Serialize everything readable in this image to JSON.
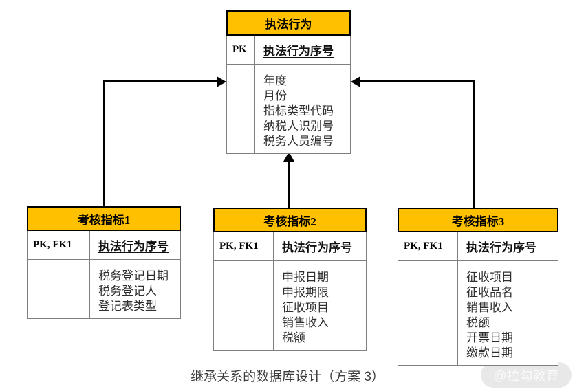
{
  "diagram": {
    "caption": "继承关系的数据库设计（方案 3）",
    "watermark": "@拉勾教育",
    "colors": {
      "header_bg": "#FFC000",
      "connector": "#000000",
      "table_border": "#7f7f7f"
    },
    "entities": {
      "parent": {
        "title": "执法行为",
        "key_label": "PK",
        "key_name": "执法行为序号",
        "attributes": [
          "年度",
          "月份",
          "指标类型代码",
          "纳税人识别号",
          "税务人员编号"
        ]
      },
      "child1": {
        "title": "考核指标1",
        "key_label": "PK, FK1",
        "key_name": "执法行为序号",
        "attributes": [
          "税务登记日期",
          "税务登记人",
          "登记表类型"
        ]
      },
      "child2": {
        "title": "考核指标2",
        "key_label": "PK, FK1",
        "key_name": "执法行为序号",
        "attributes": [
          "申报日期",
          "申报期限",
          "征收项目",
          "销售收入",
          "税额"
        ]
      },
      "child3": {
        "title": "考核指标3",
        "key_label": "PK, FK1",
        "key_name": "执法行为序号",
        "attributes": [
          "征收项目",
          "征收品名",
          "销售收入",
          "税额",
          "开票日期",
          "缴款日期"
        ]
      }
    }
  }
}
